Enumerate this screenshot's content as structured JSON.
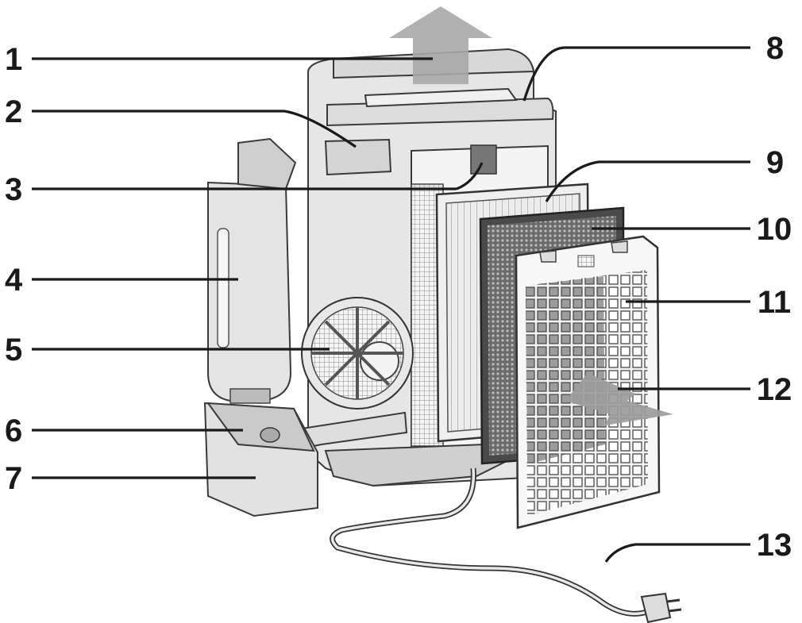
{
  "labels": [
    {
      "id": "1",
      "text": "1"
    },
    {
      "id": "2",
      "text": "2"
    },
    {
      "id": "3",
      "text": "3"
    },
    {
      "id": "4",
      "text": "4"
    },
    {
      "id": "5",
      "text": "5"
    },
    {
      "id": "6",
      "text": "6"
    },
    {
      "id": "7",
      "text": "7"
    },
    {
      "id": "8",
      "text": "8"
    },
    {
      "id": "9",
      "text": "9"
    },
    {
      "id": "10",
      "text": "10"
    },
    {
      "id": "11",
      "text": "11"
    },
    {
      "id": "12",
      "text": "12"
    },
    {
      "id": "13",
      "text": "13"
    }
  ],
  "colors": {
    "ink": "#1a1a1a",
    "body": "#e6e6e6",
    "body_shade": "#cfcfcf",
    "arrow": "#a8a8a8",
    "filter_dark": "#555555"
  }
}
